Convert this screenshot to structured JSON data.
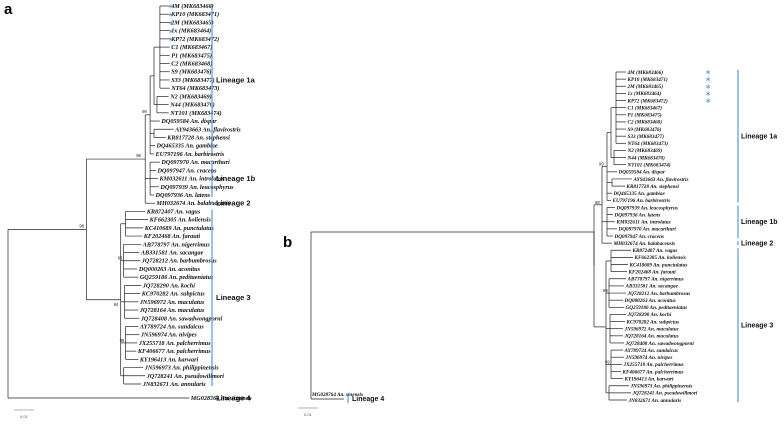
{
  "colors": {
    "lineage_bar": "#5b9bd5",
    "star": "#5b9bd5",
    "tree_line": "#222222"
  },
  "panels": [
    {
      "letter": "a",
      "taxa": [
        "4M (MK683466)",
        "KP10 (MK683471)",
        "2M (MK683465)",
        "1x (MK683464)",
        "KP72 (MK683472)",
        "C1 (MK683467)",
        "P1 (MK683475)",
        "C2 (MK683468)",
        "S9 (MK683476)",
        "S33 (MK683477)",
        "NT64 (MK683473)",
        "N2 (MK683469)",
        "N44 (MK683470)",
        "NT101 (MK683474)",
        "DQ059584 An. dispar",
        "AY943663 An. flavirostris",
        "KR817728 An. stephensi",
        "DQ465335 An. gambiae",
        "EU797196 An. barbirostris",
        "DQ097970 An. macarthuri",
        "DQ097947 An. cracens",
        "KM032611 An. introlatus",
        "DQ097939 An. leucosphyrus",
        "DQ097936 An. latens",
        "MH032674 An. balabacensis",
        "KR872407 An. vagus",
        "KF662305 An. koliensis",
        "KC410689 An. punctulatus",
        "KF202468 An. farauti",
        "AB778797 An. nigerrimus",
        "AB331581 An. sacangae",
        "JQ728212 An. barbumbrosus",
        "DQ000263 An. aconitus",
        "GQ259186 An. peditaeniatus",
        "JQ728290 An. kochi",
        "KC970282 An. subpictus",
        "JN596972 An. maculatus",
        "JQ728164 An. maculatus",
        "JQ728408 An. sawadwongporni",
        "AY789724 An. sundaicus",
        "JN596974 An. nivipes",
        "JX255718 An. palcherrimus",
        "KF406677 An. palcherrimus",
        "KY196413 An. karwari",
        "JN596973 An. philippinensis",
        "JQ728241 An. pseudowillmori",
        "JN832671 An. annularis",
        "MG028764 An. sinensis"
      ],
      "lineages": [
        "Lineage 1a",
        "Lineage 1b",
        "Lineage 2",
        "Lineage 3",
        "Lineage 4"
      ],
      "support": [
        "99",
        "98",
        "98",
        "94",
        "95",
        "99"
      ],
      "scale": "0.01"
    },
    {
      "letter": "b",
      "taxa": [
        "4M (MK683466)",
        "KP10 (MK683471)",
        "2M (MK683465)",
        "1x (MK683464)",
        "KP72 (MK683472)",
        "C1 (MK683467)",
        "P1 (MK683475)",
        "C2 (MK683468)",
        "S9 (MK683476)",
        "S33 (MK683477)",
        "NT64 (MK683473)",
        "N2 (MK683469)",
        "N44 (MK683470)",
        "NT101 (MK683474)",
        "DQ059584 An. dispar",
        "AY943663 An. flavirostris",
        "KR817728 An. stephensi",
        "DQ465335 An. gambiae",
        "EU797196 An. barbirostris",
        "DQ097939 An. leucosphyrus",
        "DQ097936 An. latens",
        "KM032611 An. introlatus",
        "DQ097970 An. macarthuri",
        "DQ097947 An. cracens",
        "MH032674 An. balabacensis",
        "KR872407 An. vagus",
        "KF662305 An. koliensis",
        "KC410689 An. punctulatus",
        "KF202468 An. farauti",
        "AB778797 An. nigerrimus",
        "AB331581 An. sacangae",
        "JQ728212 An. barbumbrosus",
        "DQ000263 An. aconitus",
        "GQ259186 An. peditaeniatus",
        "JQ728290 An. kochi",
        "KC970282 An. subpictus",
        "JN596972 An. maculatus",
        "JQ728164 An. maculatus",
        "JQ728408 An. sawadwongporni",
        "AY789724 An. sundaicus",
        "JN596974 An. nivipes",
        "JX255718 An. palcherrimus",
        "KF406677 An. palcherrimus",
        "KY196413 An. karwari",
        "JN596973 An. philippinensis",
        "JQ728241 An. pseudowillmori",
        "JN832671 An. annularis"
      ],
      "outgroup": "MG028764 An. sinensis",
      "lineages": [
        "Lineage 1a",
        "Lineage 1b",
        "Lineage 2",
        "Lineage 3",
        "Lineage 4"
      ],
      "support": [
        "99",
        "98",
        "99",
        "99"
      ],
      "scale": "0.01"
    }
  ]
}
